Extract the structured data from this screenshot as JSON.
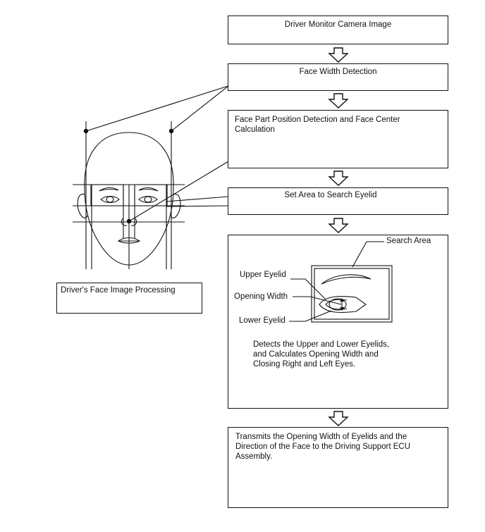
{
  "flow": {
    "step1": "Driver Monitor Camera Image",
    "step2": "Face Width Detection",
    "step3": "Face Part Position Detection and Face Center\nCalculation",
    "step4": "Set Area to Search Eyelid",
    "step5_description": "Detects the Upper and Lower Eyelids,\nand Calculates Opening Width and\nClosing Right and Left Eyes.",
    "step6": "Transmits the Opening Width of Eyelids and the\nDirection of the Face to the Driving Support ECU\nAssembly."
  },
  "face_panel": {
    "caption": "Driver's Face Image Processing"
  },
  "eyelid_detail": {
    "search_area": "Search Area",
    "upper_eyelid": "Upper Eyelid",
    "opening_width": "Opening Width",
    "lower_eyelid": "Lower Eyelid"
  }
}
